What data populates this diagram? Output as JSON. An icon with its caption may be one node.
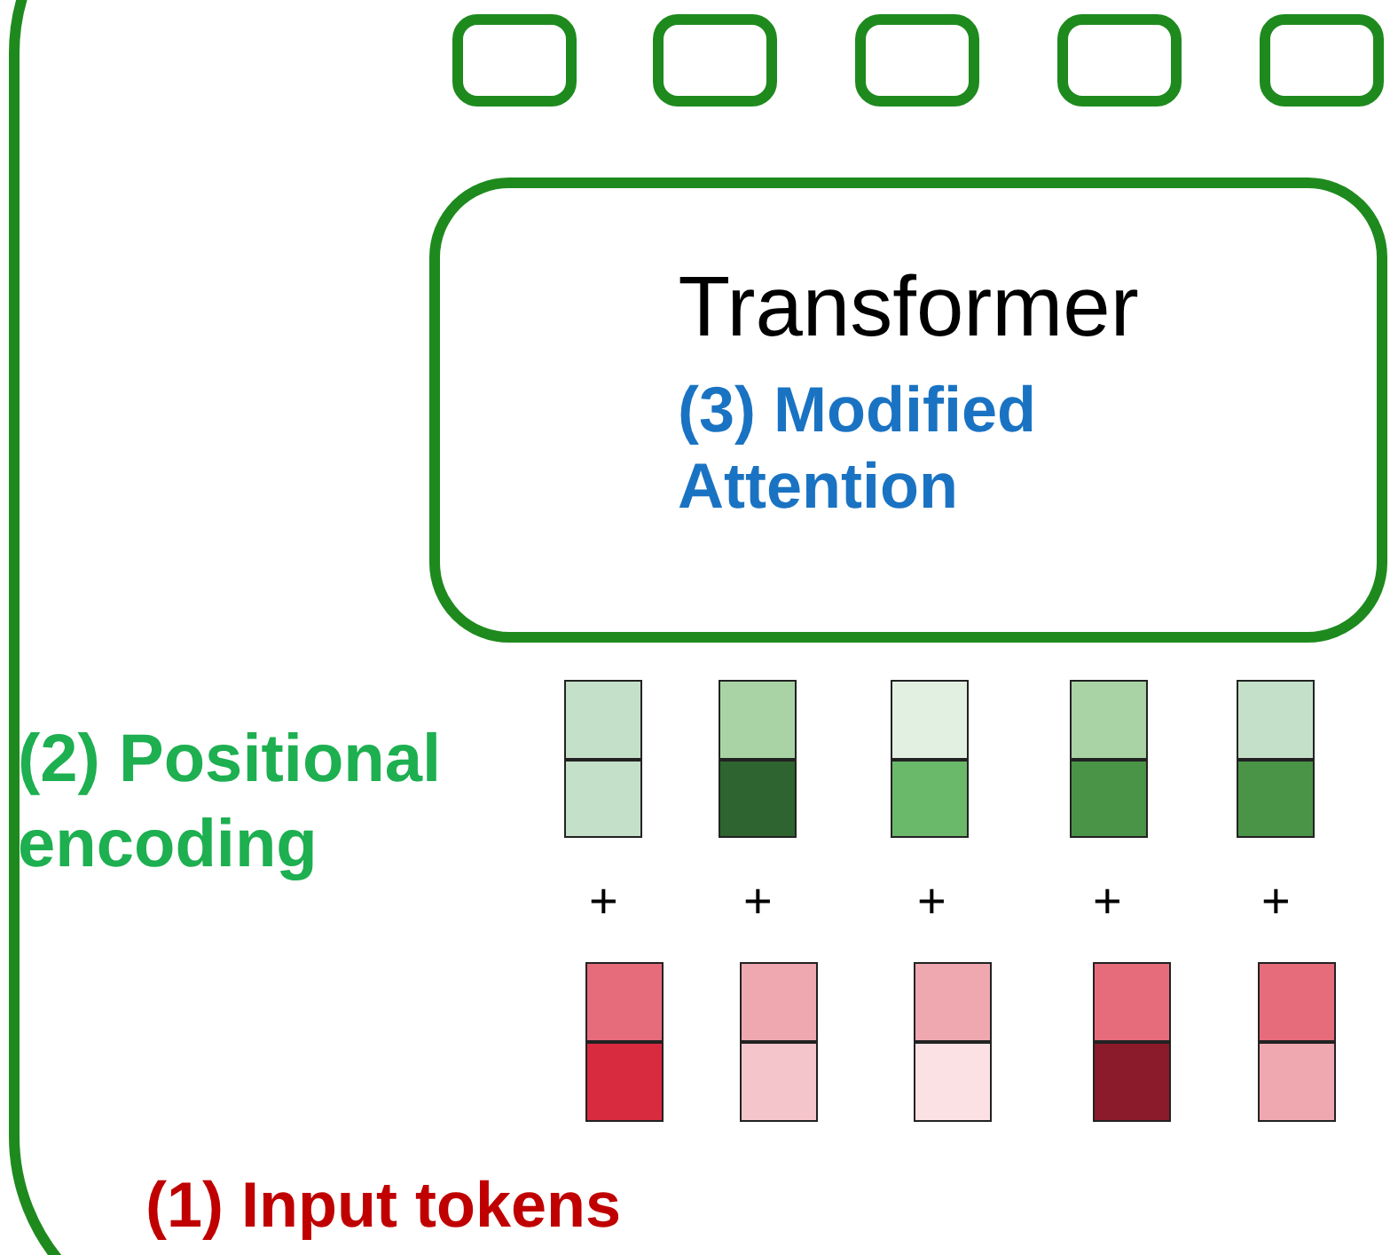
{
  "diagram": {
    "nodes": [
      {
        "text": [],
        "shape": "box"
      },
      {
        "text": [],
        "shape": "box"
      },
      {
        "text": [],
        "shape": "box"
      },
      {
        "text": [],
        "shape": "box"
      },
      {
        "text": [],
        "shape": "box"
      },
      {
        "text": [
          "Transformer",
          "(3) Modified Attention"
        ]
      },
      {
        "text": [],
        "shape": "bar"
      },
      {
        "text": [],
        "shape": "bar"
      },
      {
        "text": [],
        "shape": "bar"
      },
      {
        "text": [],
        "shape": "bar"
      },
      {
        "text": [],
        "shape": "bar"
      },
      {
        "text": [],
        "shape": "bar"
      },
      {
        "text": [],
        "shape": "bar"
      },
      {
        "text": [],
        "shape": "bar"
      },
      {
        "text": [],
        "shape": "bar"
      },
      {
        "text": [],
        "shape": "bar"
      }
    ],
    "edges": [],
    "labels": [
      "(2) Positional encoding",
      "+",
      "+",
      "+",
      "+",
      "+",
      "(1) Input tokens"
    ]
  }
}
